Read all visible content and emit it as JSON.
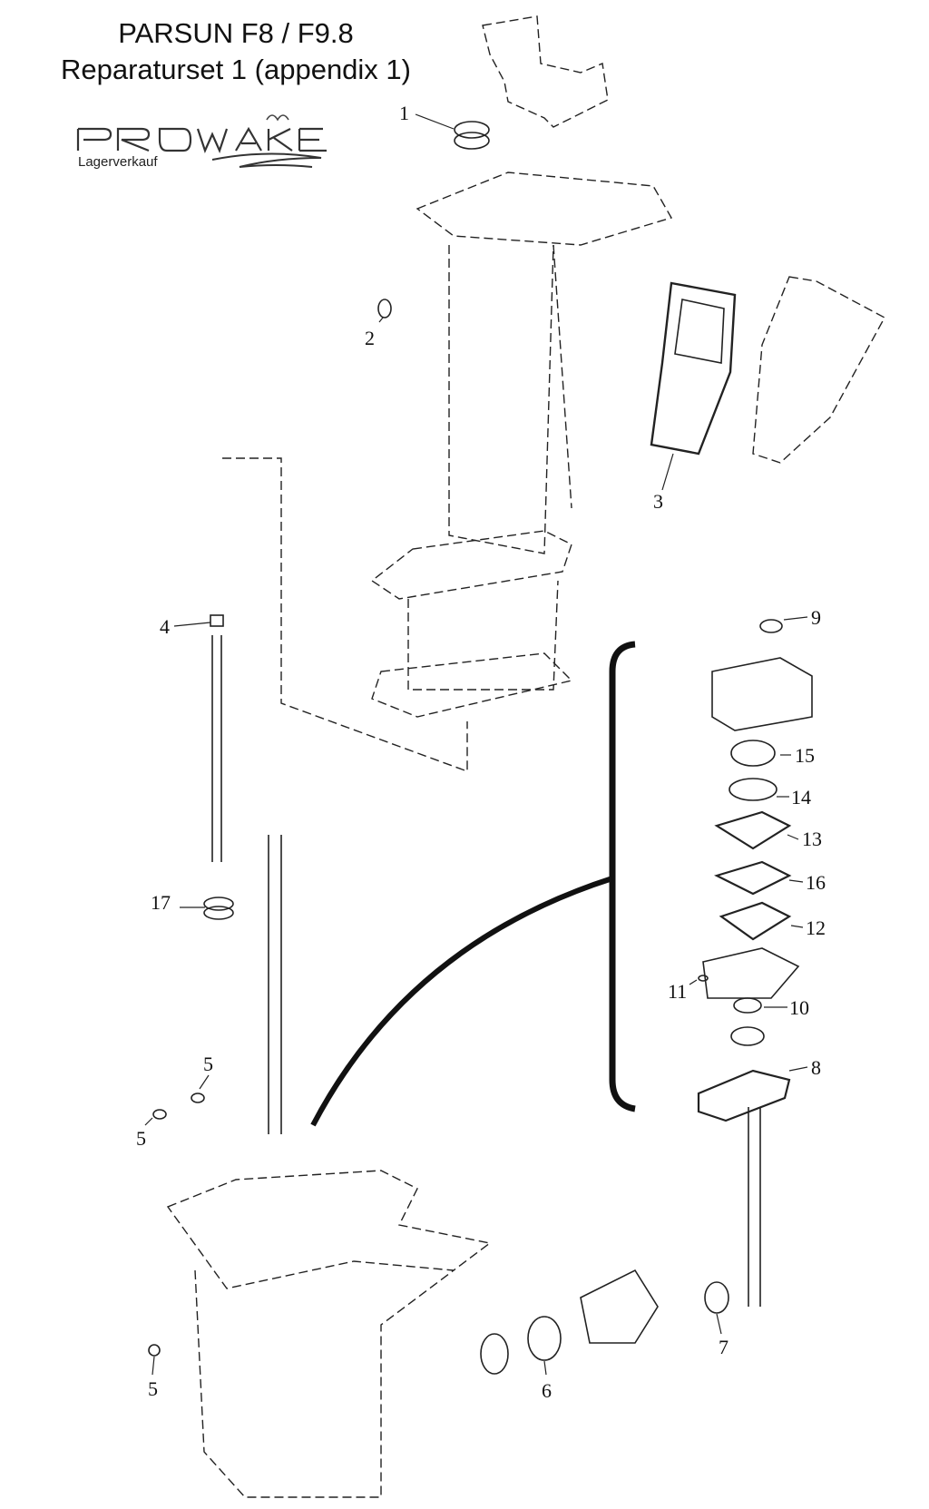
{
  "header": {
    "title_line1": "PARSUN F8 / F9.8",
    "title_line2": "Reparaturset 1 (appendix 1)"
  },
  "logo": {
    "wordmark": "PROWAKE",
    "subtitle": "Lagerverkauf"
  },
  "callouts": [
    "1",
    "2",
    "3",
    "4",
    "9",
    "15",
    "14",
    "13",
    "16",
    "17",
    "12",
    "11",
    "10",
    "8",
    "5",
    "5",
    "5",
    "6",
    "7"
  ]
}
